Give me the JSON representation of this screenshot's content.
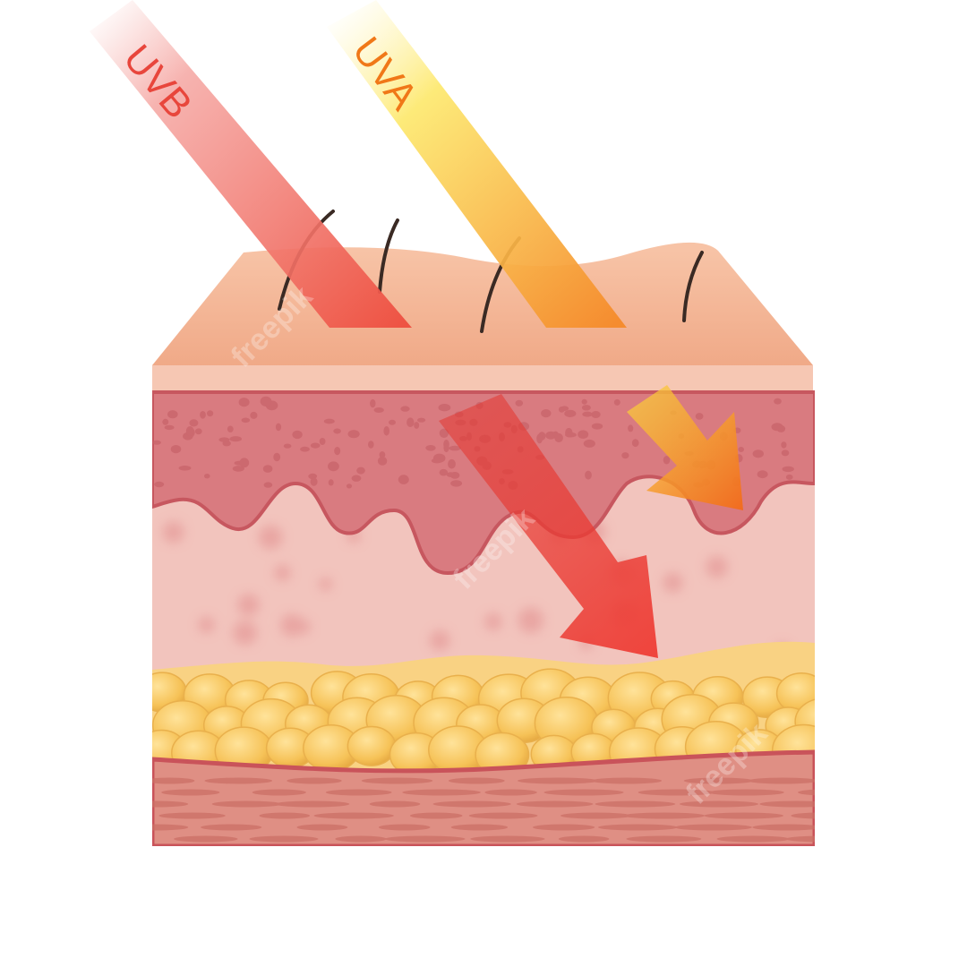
{
  "diagram": {
    "rays": [
      {
        "id": "uvb",
        "label": "UVB",
        "color": "#e8463c"
      },
      {
        "id": "uva",
        "label": "UVA",
        "color": "#f07818"
      }
    ],
    "watermark": "freepik",
    "colors": {
      "skin_surface": "#f3b493",
      "epidermis": "#d97b80",
      "dermis": "#f2c4bd",
      "fat": "#f4c35f",
      "subcutis": "#df8f84",
      "hair": "#3a2a24"
    }
  }
}
